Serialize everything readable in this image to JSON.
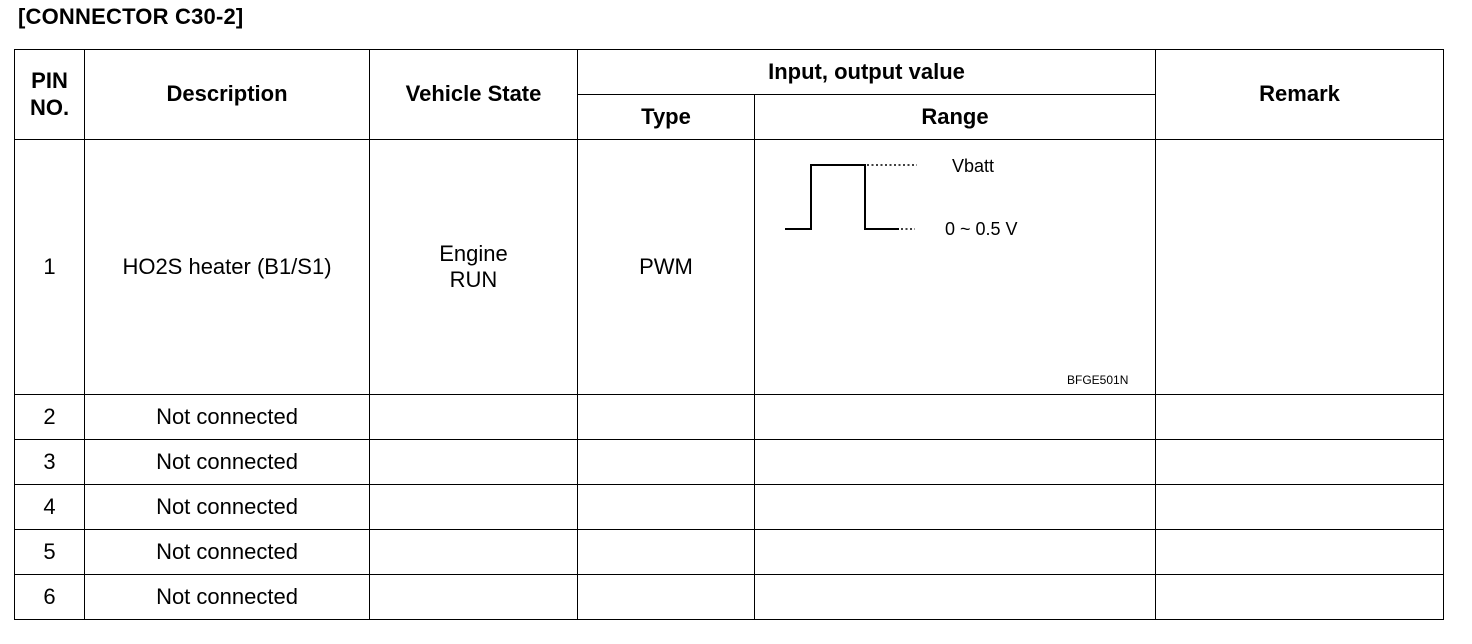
{
  "title": "[CONNECTOR C30-2]",
  "headers": {
    "pin_no": [
      "PIN",
      "NO."
    ],
    "description": "Description",
    "vehicle_state": "Vehicle State",
    "io_value": "Input, output value",
    "type": "Type",
    "range": "Range",
    "remark": "Remark"
  },
  "rows": [
    {
      "pin": "1",
      "description": "HO2S heater (B1/S1)",
      "state": [
        "Engine",
        "RUN"
      ],
      "type": "PWM",
      "remark": ""
    },
    {
      "pin": "2",
      "description": "Not connected",
      "state": [],
      "type": "",
      "remark": ""
    },
    {
      "pin": "3",
      "description": "Not connected",
      "state": [],
      "type": "",
      "remark": ""
    },
    {
      "pin": "4",
      "description": "Not connected",
      "state": [],
      "type": "",
      "remark": ""
    },
    {
      "pin": "5",
      "description": "Not connected",
      "state": [],
      "type": "",
      "remark": ""
    },
    {
      "pin": "6",
      "description": "Not connected",
      "state": [],
      "type": "",
      "remark": ""
    }
  ],
  "waveform": {
    "high_label": "Vbatt",
    "low_label": "0 ~ 0.5 V",
    "figure_code": "BFGE501N"
  }
}
